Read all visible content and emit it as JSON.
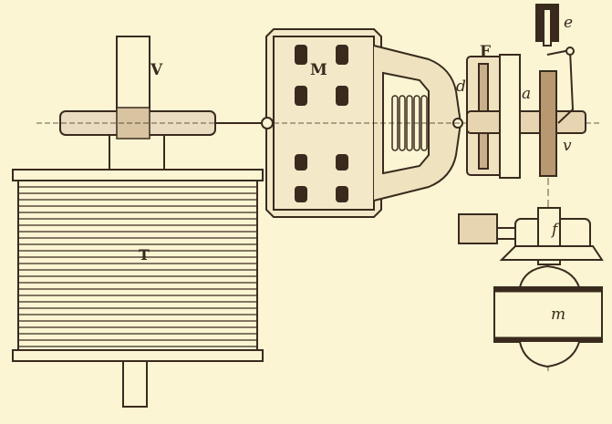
{
  "figure": {
    "background": "#fbf5d3",
    "ink": "#3a2a1e",
    "labels": {
      "V": "V",
      "M": "M",
      "T": "T",
      "F": "F",
      "d": "d",
      "a": "a",
      "e": "e",
      "v": "v",
      "f": "f",
      "m": "m"
    }
  }
}
